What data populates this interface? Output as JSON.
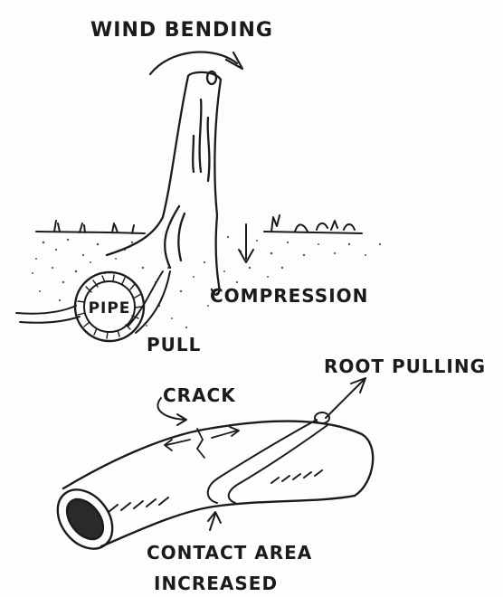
{
  "labels": {
    "wind_bending": "WIND BENDING",
    "pipe": "PIPE",
    "compression": "COMPRESSION",
    "pull": "PULL",
    "root_pulling": "ROOT PULLING",
    "crack": "CRACK",
    "contact_line1": "CONTACT AREA",
    "contact_line2": "INCREASED"
  }
}
